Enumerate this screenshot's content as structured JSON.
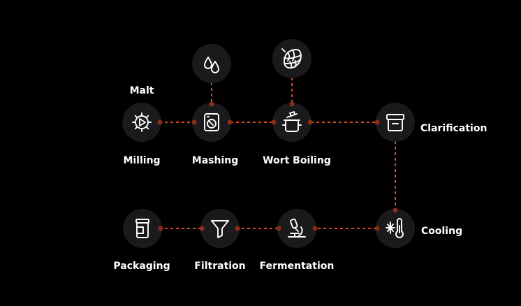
{
  "colors": {
    "background": "#000000",
    "node_fill": "#1a1a1c",
    "connector": "#e24a25",
    "connector_dot": "#8a2d18",
    "text": "#ffffff"
  },
  "nodes": {
    "water": {
      "icon": "water-drops-icon"
    },
    "hops": {
      "icon": "hop-cone-icon"
    },
    "milling": {
      "label": "Milling",
      "input_label": "Malt",
      "icon": "gear-play-icon"
    },
    "mashing": {
      "label": "Mashing",
      "icon": "mash-tun-icon"
    },
    "wort_boiling": {
      "label": "Wort Boiling",
      "icon": "boiling-pot-icon"
    },
    "clarification": {
      "label": "Clarification",
      "icon": "storage-box-icon"
    },
    "cooling": {
      "label": "Cooling",
      "icon": "snowflake-thermometer-icon"
    },
    "fermentation": {
      "label": "Fermentation",
      "icon": "microscope-icon"
    },
    "filtration": {
      "label": "Filtration",
      "icon": "funnel-icon"
    },
    "packaging": {
      "label": "Packaging",
      "icon": "jar-icon"
    }
  }
}
